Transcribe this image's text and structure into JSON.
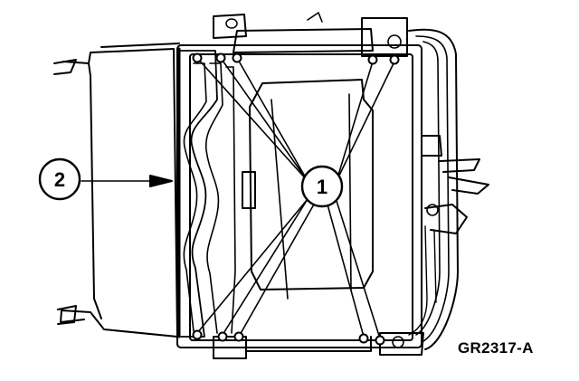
{
  "figure": {
    "id": "GR2317-A",
    "callouts": [
      {
        "label": "1"
      },
      {
        "label": "2"
      }
    ]
  },
  "colors": {
    "ink": "#000000",
    "paper": "#ffffff"
  }
}
